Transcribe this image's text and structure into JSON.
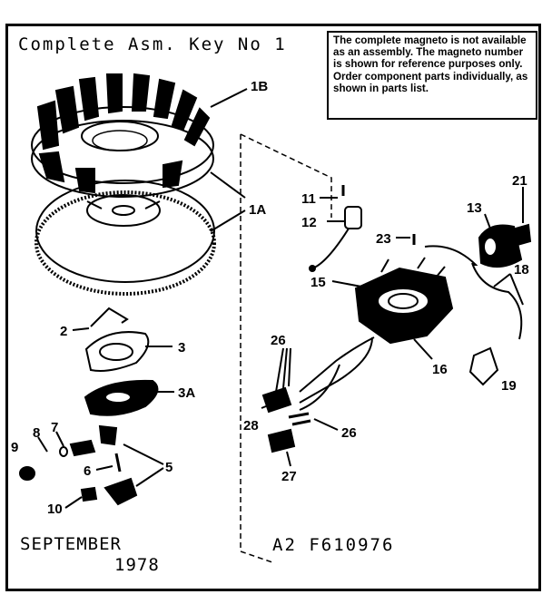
{
  "header": {
    "title": "Complete Asm. Key No 1",
    "note": "The complete magneto is not available as an assembly. The magneto number is shown for reference purposes only. Order component parts individually, as shown in parts list."
  },
  "footer": {
    "month": "SEPTEMBER",
    "year": "1978",
    "part_code": "A2 F610976"
  },
  "callouts": {
    "c1B": "1B",
    "c1A": "1A",
    "c2": "2",
    "c3": "3",
    "c3A": "3A",
    "c5": "5",
    "c6": "6",
    "c7": "7",
    "c8": "8",
    "c9": "9",
    "c10": "10",
    "c11": "11",
    "c12": "12",
    "c13": "13",
    "c15": "15",
    "c16": "16",
    "c18": "18",
    "c19": "19",
    "c21": "21",
    "c23": "23",
    "c26a": "26",
    "c26b": "26",
    "c27": "27",
    "c28": "28"
  }
}
